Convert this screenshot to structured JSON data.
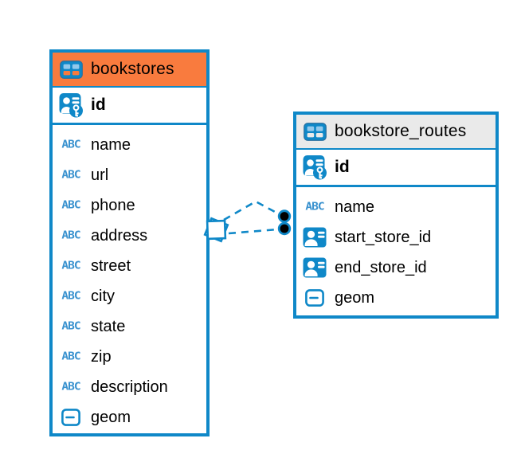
{
  "diagram": {
    "colors": {
      "accent_blue": "#0f88c8",
      "header_orange": "#f97b3e",
      "header_gray": "#eaeaea",
      "icon_light_blue": "#93c9ec",
      "text": "#000000",
      "background": "#ffffff"
    },
    "icon_labels": {
      "text": "ABC"
    },
    "tables": [
      {
        "name": "bookstores",
        "header_background": "#f97b3e",
        "primary_key": {
          "name": "id",
          "icon": "primary-key"
        },
        "columns": [
          {
            "name": "name",
            "icon": "text"
          },
          {
            "name": "url",
            "icon": "text"
          },
          {
            "name": "phone",
            "icon": "text"
          },
          {
            "name": "address",
            "icon": "text"
          },
          {
            "name": "street",
            "icon": "text"
          },
          {
            "name": "city",
            "icon": "text"
          },
          {
            "name": "state",
            "icon": "text"
          },
          {
            "name": "zip",
            "icon": "text"
          },
          {
            "name": "description",
            "icon": "text"
          },
          {
            "name": "geom",
            "icon": "geometry"
          }
        ]
      },
      {
        "name": "bookstore_routes",
        "header_background": "#eaeaea",
        "primary_key": {
          "name": "id",
          "icon": "primary-key"
        },
        "columns": [
          {
            "name": "name",
            "icon": "text"
          },
          {
            "name": "start_store_id",
            "icon": "reference"
          },
          {
            "name": "end_store_id",
            "icon": "reference"
          },
          {
            "name": "geom",
            "icon": "geometry"
          }
        ]
      }
    ],
    "relationships": [
      {
        "from": "bookstores",
        "to": "bookstore_routes",
        "line_style": "dashed",
        "from_marker": "stacked-squares",
        "to_marker": "black-dot"
      },
      {
        "from": "bookstores",
        "to": "bookstore_routes",
        "line_style": "dashed",
        "from_marker": "stacked-squares",
        "to_marker": "black-dot"
      }
    ]
  }
}
